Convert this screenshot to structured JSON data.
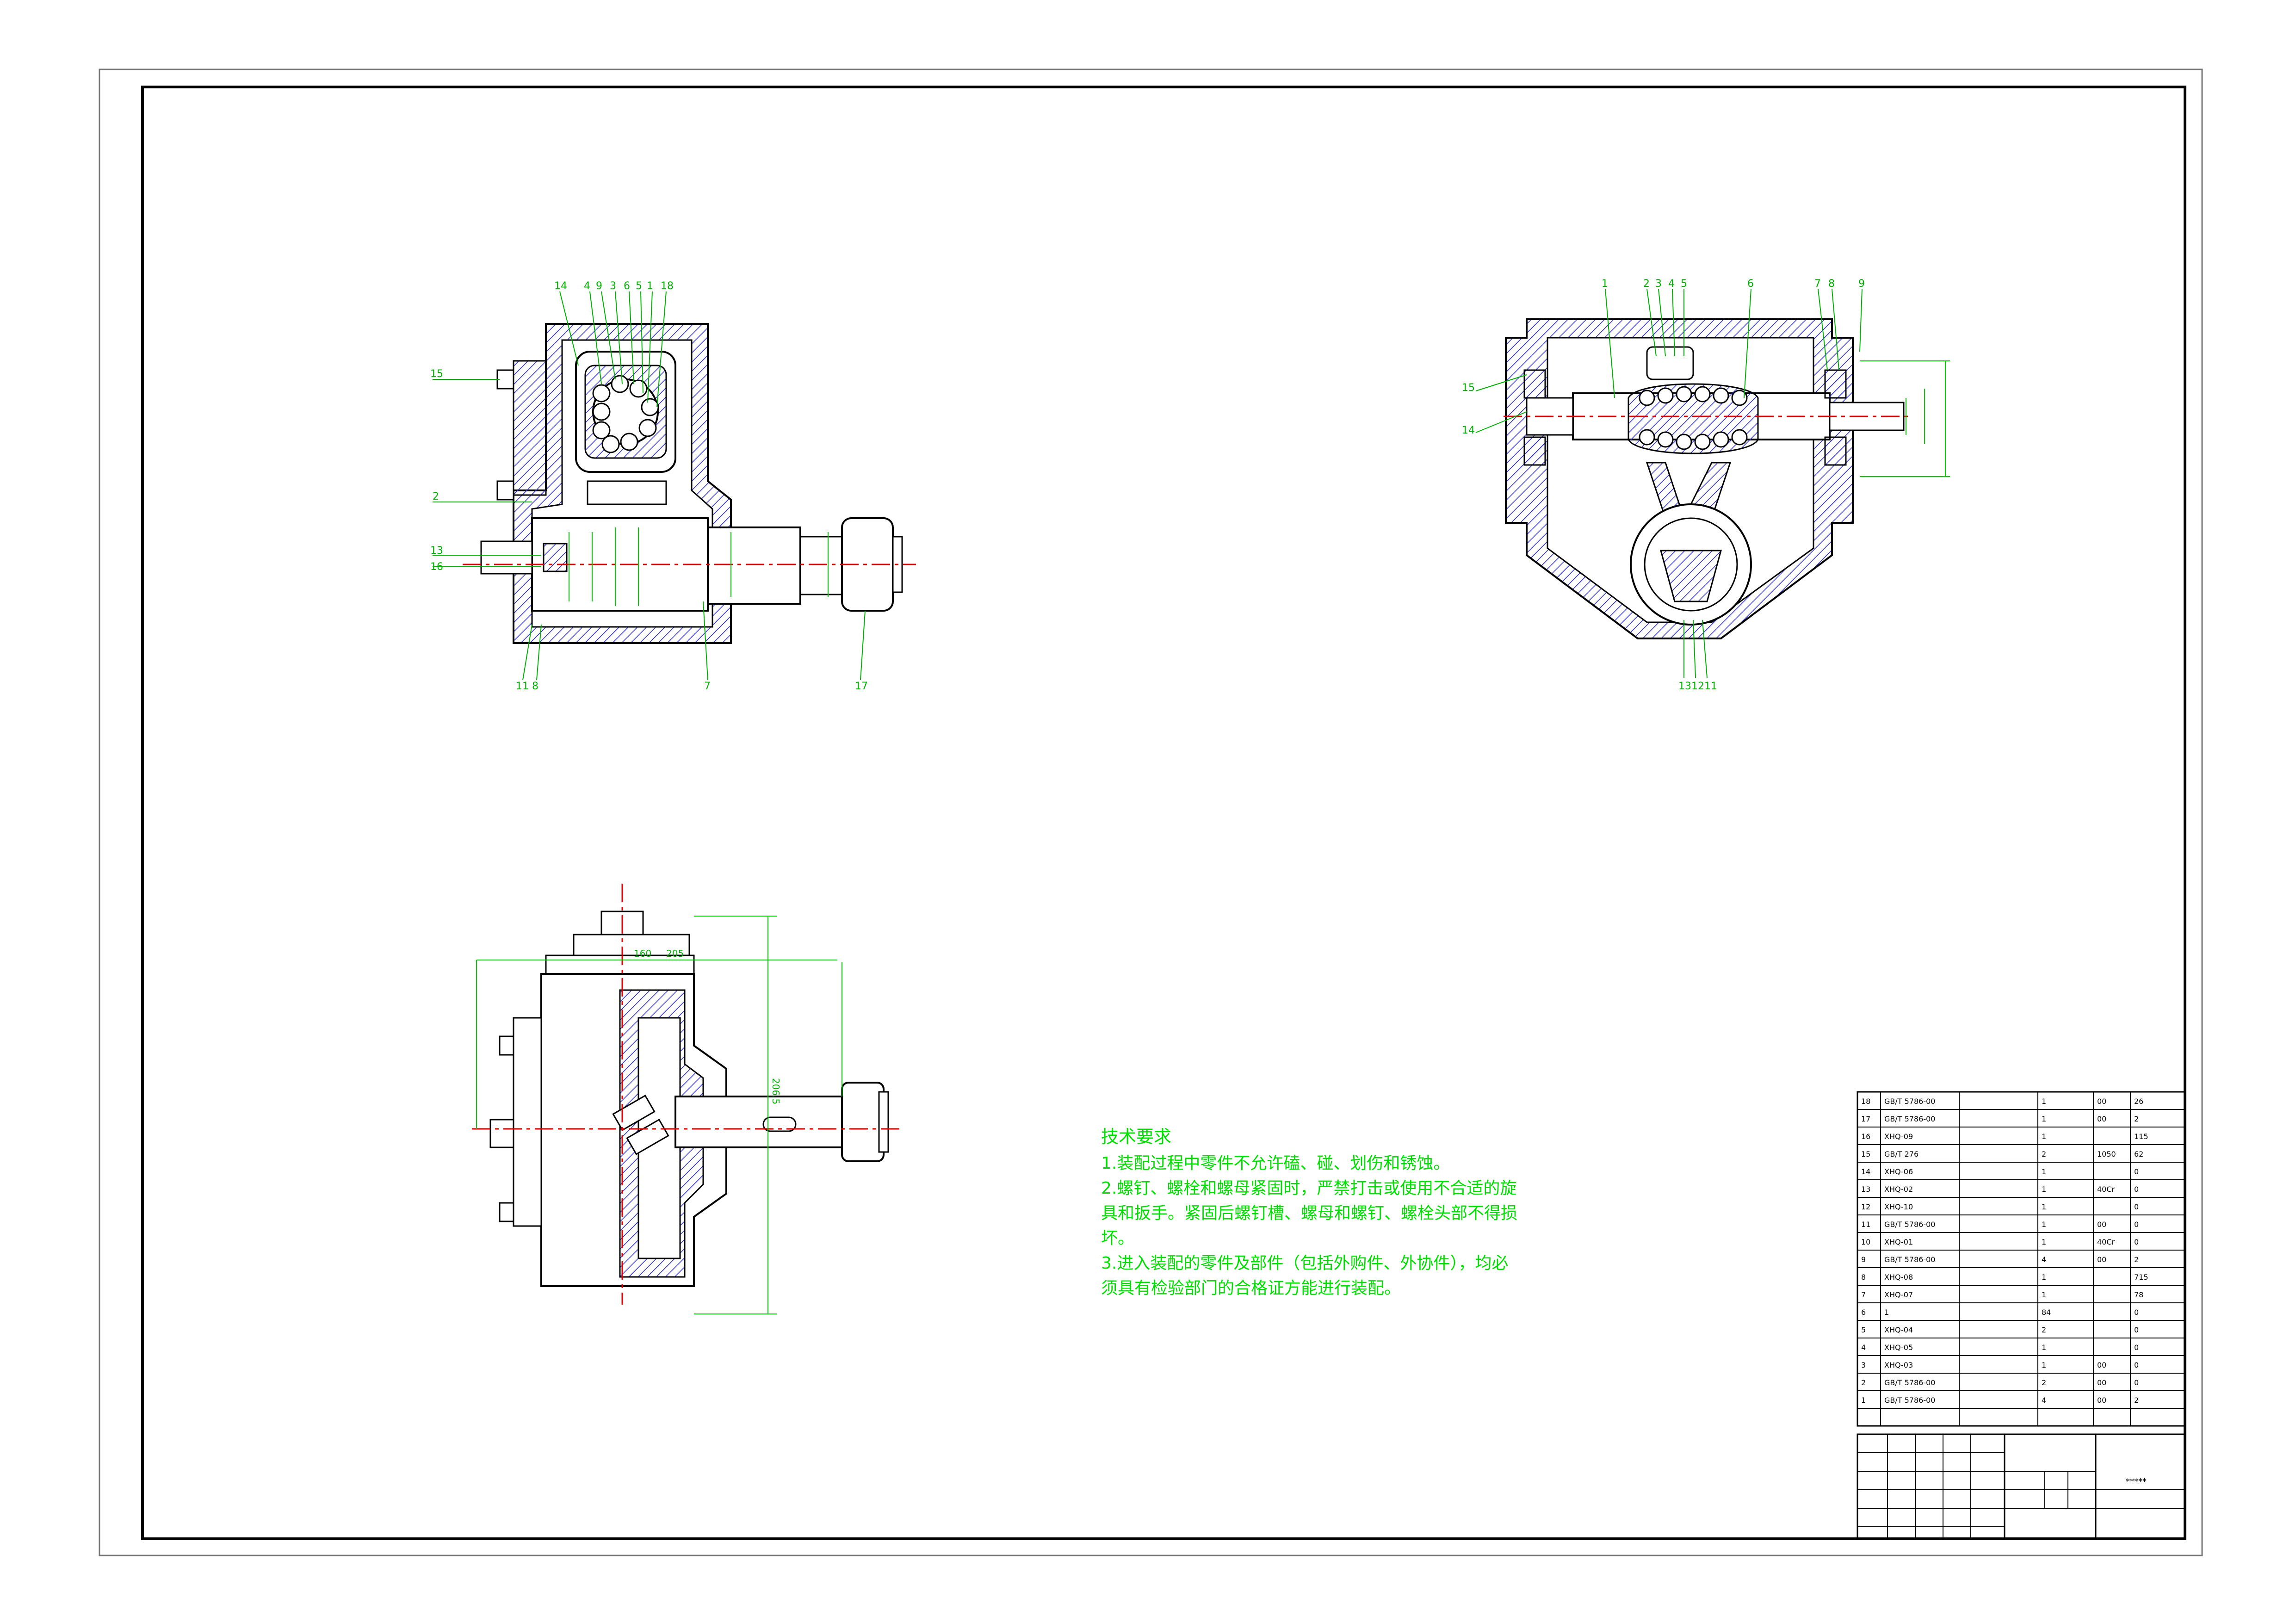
{
  "drawing": {
    "title_block_name": "*****",
    "colors": {
      "line": "#000000",
      "hatch": "#2b2bd6",
      "dimension": "#00d000",
      "leader": "#00b000",
      "centerline": "#e00000",
      "tech_text": "#00e000"
    }
  },
  "technical_requirements": {
    "heading": "技术要求",
    "items": [
      "1.装配过程中零件不允许磕、碰、划伤和锈蚀。",
      "2.螺钉、螺栓和螺母紧固时，严禁打击或使用不合适的旋具和扳手。紧固后螺钉槽、螺母和螺钉、螺栓头部不得损坏。",
      "3.进入装配的零件及部件（包括外购件、外协件），均必须具有检验部门的合格证方能进行装配。"
    ]
  },
  "views": {
    "left_callouts": [
      "14",
      "4",
      "9",
      "3",
      "6",
      "5",
      "1",
      "18",
      "15",
      "2",
      "13",
      "16",
      "11",
      "8",
      "7",
      "17"
    ],
    "right_callouts": [
      "1",
      "2",
      "3",
      "4",
      "5",
      "6",
      "7",
      "8",
      "9",
      "15",
      "14",
      "13",
      "12",
      "11"
    ],
    "bottom_dims": [
      "160",
      "205",
      "206.5"
    ]
  },
  "bom": {
    "rows": [
      [
        "18",
        "GB/T 5786-00",
        "1",
        "00",
        "26"
      ],
      [
        "17",
        "GB/T 5786-00",
        "1",
        "00",
        "2"
      ],
      [
        "16",
        "XHQ-09",
        "1",
        "",
        "115"
      ],
      [
        "15",
        "GB/T 276",
        "2",
        "1050",
        "62"
      ],
      [
        "14",
        "XHQ-06",
        "1",
        "",
        "0"
      ],
      [
        "13",
        "XHQ-02",
        "1",
        "40Cr",
        "0"
      ],
      [
        "12",
        "XHQ-10",
        "1",
        "",
        "0"
      ],
      [
        "11",
        "GB/T 5786-00",
        "1",
        "00",
        "0"
      ],
      [
        "10",
        "XHQ-01",
        "1",
        "40Cr",
        "0"
      ],
      [
        "9",
        "GB/T 5786-00",
        "4",
        "00",
        "2"
      ],
      [
        "8",
        "XHQ-08",
        "1",
        "",
        "715"
      ],
      [
        "7",
        "XHQ-07",
        "1",
        "",
        "78"
      ],
      [
        "6",
        "1",
        "84",
        "",
        "0"
      ],
      [
        "5",
        "XHQ-04",
        "2",
        "",
        "0"
      ],
      [
        "4",
        "XHQ-05",
        "1",
        "",
        "0"
      ],
      [
        "3",
        "XHQ-03",
        "1",
        "00",
        "0"
      ],
      [
        "2",
        "GB/T 5786-00",
        "2",
        "00",
        "0"
      ],
      [
        "1",
        "GB/T 5786-00",
        "4",
        "00",
        "2"
      ]
    ]
  }
}
